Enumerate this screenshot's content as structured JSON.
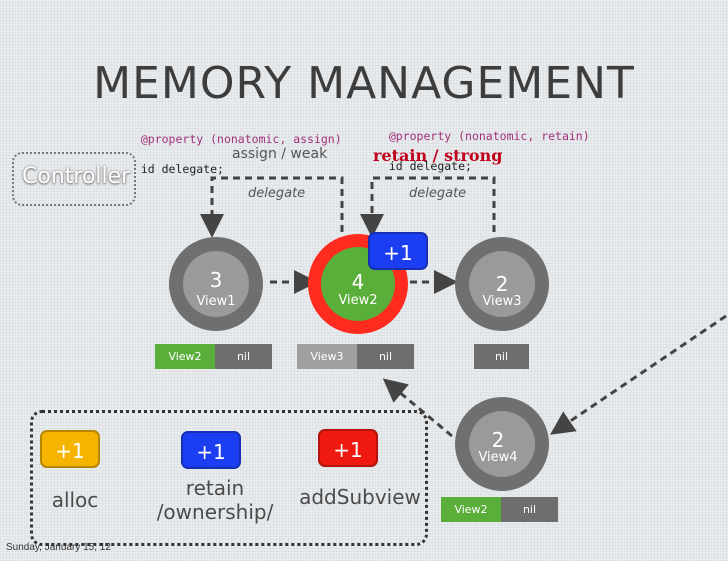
{
  "title": "MEMORY MANAGEMENT",
  "controller": "Controller",
  "code_left": {
    "line1_kw": "@property",
    "line1_rest": "(nonatomic, assign)",
    "line2": "id delegate;"
  },
  "code_right": {
    "line1_kw": "@property",
    "line1_rest": "(nonatomic, retain)",
    "line2": "id delegate;"
  },
  "assign_label": "assign / weak",
  "retain_label": "retain / strong",
  "delegate_left": "delegate",
  "delegate_right": "delegate",
  "views": [
    {
      "count": "3",
      "name": "View1"
    },
    {
      "count": "4",
      "name": "View2"
    },
    {
      "count": "2",
      "name": "View3"
    },
    {
      "count": "2",
      "name": "View4"
    }
  ],
  "badge_top": "+1",
  "bars": {
    "view1": [
      "View2",
      "nil"
    ],
    "view2": [
      "View3",
      "nil"
    ],
    "view3": [
      "nil"
    ],
    "view4": [
      "View2",
      "nil"
    ]
  },
  "legend": [
    {
      "badge": "+1",
      "label": "alloc",
      "color": "#f5b400"
    },
    {
      "badge": "+1",
      "label": "retain\n/ownership/",
      "color": "#1c3ef2"
    },
    {
      "badge": "+1",
      "label": "addSubview",
      "color": "#ee1a10"
    }
  ],
  "date": "Sunday, January 15, 12",
  "colors": {
    "ring": "#6f6f6f",
    "ring_highlight": "#ff2b1e",
    "center_grey": "#9a9a9a",
    "green": "#5aae3a",
    "bar_dark": "#6e6e6e"
  }
}
